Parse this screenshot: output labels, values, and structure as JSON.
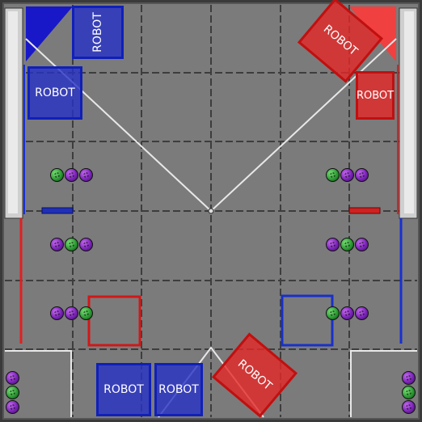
{
  "robot_label": "ROBOT",
  "colors": {
    "blue_alliance": "#1020b8",
    "red_alliance": "#d01818",
    "field_tile": "#7d7d7d",
    "purple_artifact": "#8a2bc8",
    "green_artifact": "#2b9a33"
  },
  "robots": [
    {
      "id": "blue-top",
      "alliance": "blue",
      "label": "ROBOT"
    },
    {
      "id": "blue-left",
      "alliance": "blue",
      "label": "ROBOT"
    },
    {
      "id": "blue-bottom-1",
      "alliance": "blue",
      "label": "ROBOT"
    },
    {
      "id": "blue-bottom-2",
      "alliance": "blue",
      "label": "ROBOT"
    },
    {
      "id": "red-top",
      "alliance": "red",
      "label": "ROBOT"
    },
    {
      "id": "red-right",
      "alliance": "red",
      "label": "ROBOT"
    },
    {
      "id": "red-bottom",
      "alliance": "red",
      "label": "ROBOT"
    }
  ],
  "artifact_rows": [
    {
      "name": "left-row-1",
      "colors": [
        "green",
        "purple",
        "purple"
      ]
    },
    {
      "name": "left-row-2",
      "colors": [
        "purple",
        "green",
        "purple"
      ]
    },
    {
      "name": "left-row-3",
      "colors": [
        "purple",
        "purple",
        "green"
      ]
    },
    {
      "name": "right-row-1",
      "colors": [
        "green",
        "purple",
        "purple"
      ]
    },
    {
      "name": "right-row-2",
      "colors": [
        "purple",
        "green",
        "purple"
      ]
    },
    {
      "name": "right-row-3",
      "colors": [
        "green",
        "purple",
        "purple"
      ]
    },
    {
      "name": "left-corner-stack",
      "colors": [
        "purple",
        "green",
        "purple"
      ]
    },
    {
      "name": "right-corner-stack",
      "colors": [
        "purple",
        "green",
        "purple"
      ]
    }
  ]
}
